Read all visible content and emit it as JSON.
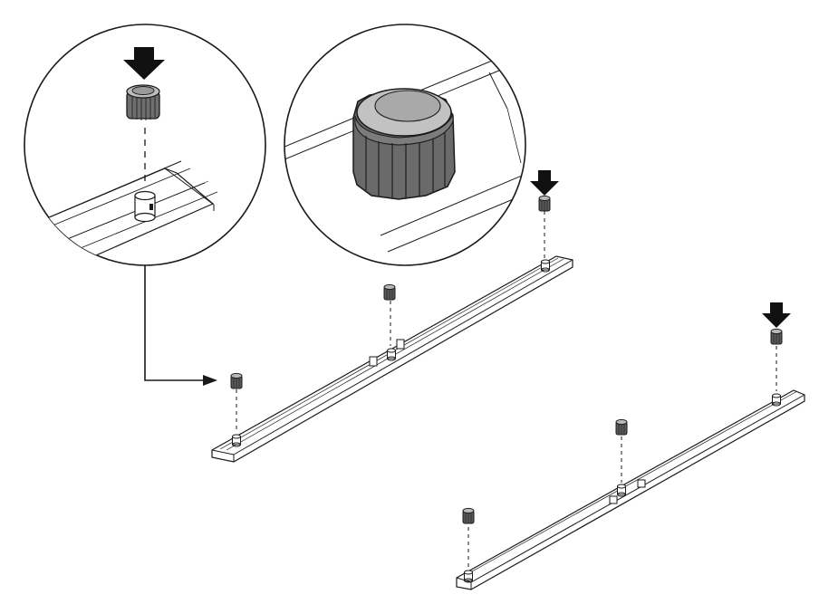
{
  "diagram": {
    "kind": "assembly-instruction",
    "colors": {
      "stroke": "#1a1a1a",
      "knob-dark": "#5a5a5a",
      "knob-mid": "#8c8c8c",
      "knob-light": "#b8b8b8",
      "arrow": "#111111",
      "paper": "#ffffff"
    },
    "icons": [
      "down-arrow-icon",
      "knob-icon",
      "peg-icon",
      "pointer-arrow-icon"
    ],
    "callouts": [
      "detail-insert-knob",
      "detail-knob-closeup"
    ],
    "rails": [
      "upper-rail",
      "lower-rail"
    ],
    "labels": []
  }
}
